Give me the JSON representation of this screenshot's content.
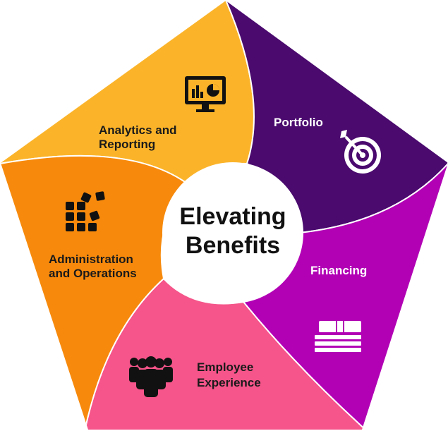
{
  "center": {
    "line1": "Elevating",
    "line2": "Benefits"
  },
  "segments": [
    {
      "id": "analytics",
      "lines": [
        "Analytics and",
        "Reporting"
      ],
      "color": "#FBB42A",
      "text_color": "#1a1a1a",
      "icon": "monitor-chart-icon"
    },
    {
      "id": "portfolio",
      "lines": [
        "Portfolio"
      ],
      "color": "#4A0A6E",
      "text_color": "#ffffff",
      "icon": "target-icon"
    },
    {
      "id": "financing",
      "lines": [
        "Financing"
      ],
      "color": "#B200B5",
      "text_color": "#ffffff",
      "icon": "money-stack-icon"
    },
    {
      "id": "employee",
      "lines": [
        "Employee",
        "Experience"
      ],
      "color": "#F5558A",
      "text_color": "#1a1a1a",
      "icon": "people-group-icon"
    },
    {
      "id": "administration",
      "lines": [
        "Administration",
        "and Operations"
      ],
      "color": "#F78A0C",
      "text_color": "#1a1a1a",
      "icon": "blocks-grid-icon"
    }
  ],
  "center_color": "#ffffff",
  "outline_color": "#ffffff"
}
